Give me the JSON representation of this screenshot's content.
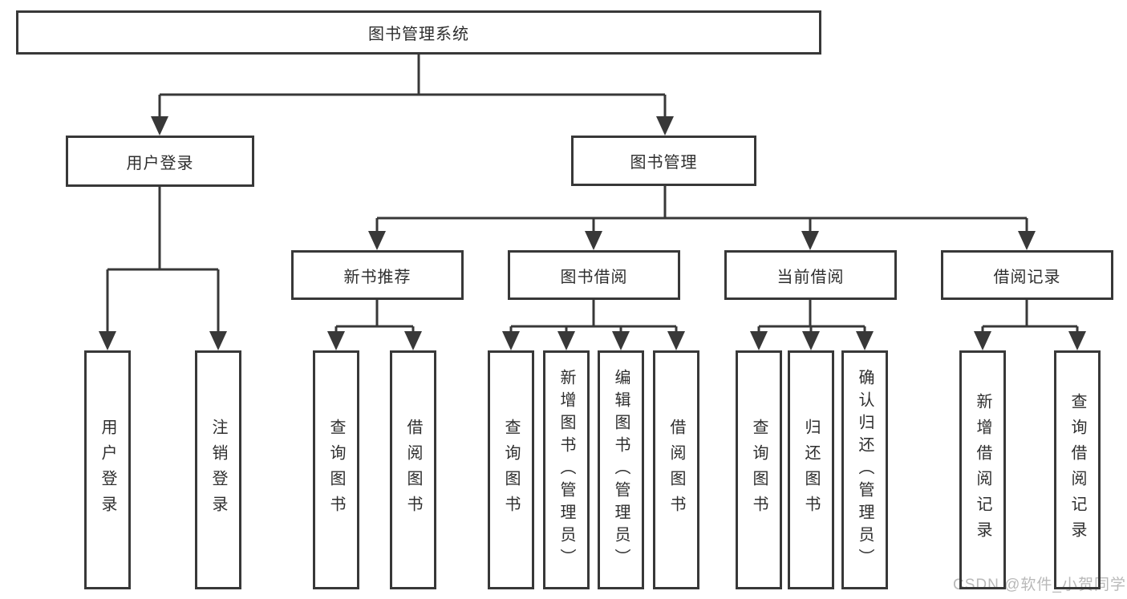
{
  "diagram": {
    "title": "图书管理系统",
    "watermark": "CSDN @软件_小贺同学",
    "colors": {
      "line": "#383838",
      "box_border": "#383838",
      "text": "#2e2e2e",
      "watermark": "#b9b9b9",
      "background": "#ffffff"
    },
    "root": {
      "label": "图书管理系统",
      "children": [
        "用户登录",
        "图书管理"
      ]
    },
    "level2": [
      {
        "label": "用户登录",
        "children": [
          "用户登录",
          "注销登录"
        ]
      },
      {
        "label": "图书管理",
        "children": [
          "新书推荐",
          "图书借阅",
          "当前借阅",
          "借阅记录"
        ]
      }
    ],
    "level3": [
      {
        "label": "新书推荐",
        "children": [
          "查询图书",
          "借阅图书"
        ]
      },
      {
        "label": "图书借阅",
        "children": [
          "查询图书",
          "新增图书（管理员）",
          "编辑图书（管理员）",
          "借阅图书"
        ]
      },
      {
        "label": "当前借阅",
        "children": [
          "查询图书",
          "归还图书",
          "确认归还（管理员）"
        ]
      },
      {
        "label": "借阅记录",
        "children": [
          "新增借阅记录",
          "查询借阅记录"
        ]
      }
    ],
    "leaves": [
      {
        "label": "用户登录",
        "parent": "用户登录"
      },
      {
        "label": "注销登录",
        "parent": "用户登录"
      },
      {
        "label": "查询图书",
        "parent": "新书推荐"
      },
      {
        "label": "借阅图书",
        "parent": "新书推荐"
      },
      {
        "label": "查询图书",
        "parent": "图书借阅"
      },
      {
        "label": "新增图书（管理员）",
        "parent": "图书借阅"
      },
      {
        "label": "编辑图书（管理员）",
        "parent": "图书借阅"
      },
      {
        "label": "借阅图书",
        "parent": "图书借阅"
      },
      {
        "label": "查询图书",
        "parent": "当前借阅"
      },
      {
        "label": "归还图书",
        "parent": "当前借阅"
      },
      {
        "label": "确认归还（管理员）",
        "parent": "当前借阅"
      },
      {
        "label": "新增借阅记录",
        "parent": "借阅记录"
      },
      {
        "label": "查询借阅记录",
        "parent": "借阅记录"
      }
    ]
  }
}
